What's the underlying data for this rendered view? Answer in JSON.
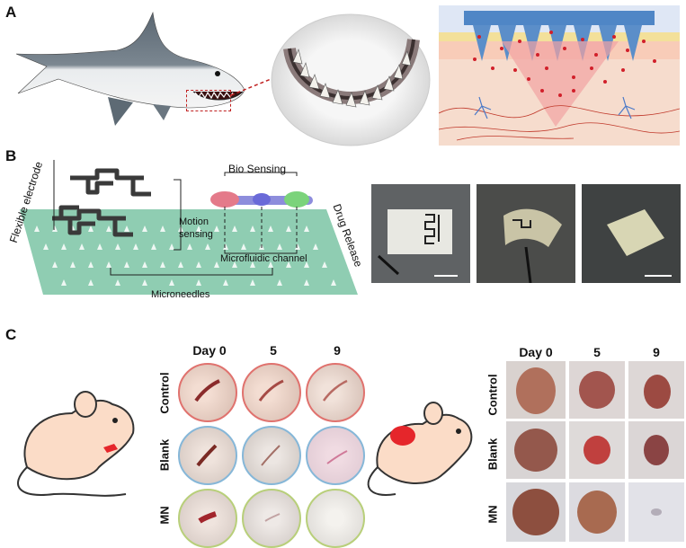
{
  "panels": {
    "a": "A",
    "b": "B",
    "c": "C"
  },
  "panel_b": {
    "flexible_electrode": "Flexible electrode",
    "bio_sensing": "Bio Sensing",
    "motion_sensing": "Motion\nsensing",
    "microfluidic_channel": "Microfluidic channel",
    "drug_release": "Drug Release",
    "microneedles": "Microneedles"
  },
  "panel_c": {
    "days": [
      "Day 0",
      "5",
      "9"
    ],
    "rows": [
      "Control",
      "Blank",
      "MN"
    ]
  },
  "colors": {
    "control_ring": "#e0726e",
    "blank_ring": "#86b7d8",
    "mn_ring": "#b8cf7a",
    "patch": "#7fc4a6",
    "skin": "#f6d7c3"
  }
}
